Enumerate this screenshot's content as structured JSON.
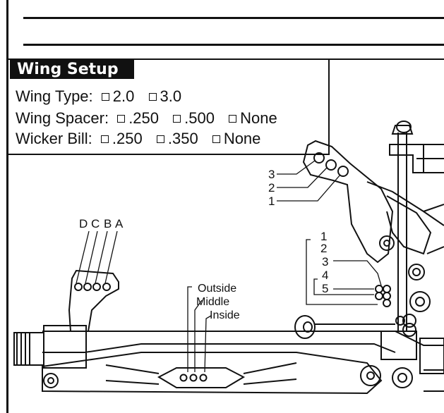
{
  "section": {
    "title": "Wing Setup"
  },
  "options": [
    {
      "label": "Wing Type:",
      "values": [
        "2.0",
        "3.0"
      ]
    },
    {
      "label": "Wing Spacer:",
      "values": [
        ".250",
        ".500",
        "None"
      ]
    },
    {
      "label": "Wicker Bill:",
      "values": [
        ".250",
        ".350",
        "None"
      ]
    }
  ],
  "diagram": {
    "mount_holes": [
      "3",
      "2",
      "1"
    ],
    "wing_holes": [
      "D",
      "C",
      "B",
      "A"
    ],
    "chassis_positions": [
      "Outside",
      "Middle",
      "Inside"
    ],
    "link_holes": [
      "1",
      "2",
      "3",
      "4",
      "5"
    ]
  }
}
